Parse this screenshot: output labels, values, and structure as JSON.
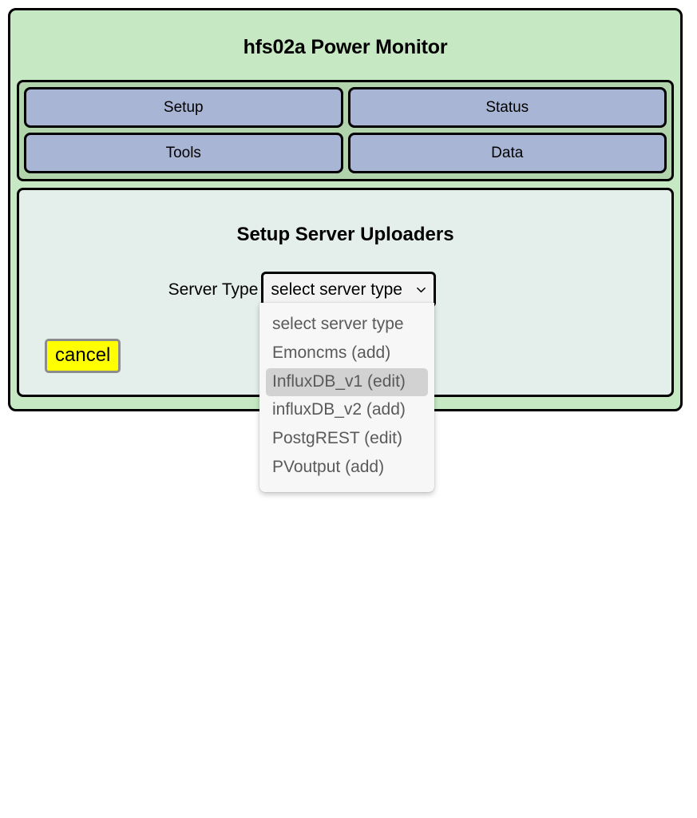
{
  "app": {
    "title": "hfs02a Power Monitor"
  },
  "nav": {
    "buttons": [
      {
        "label": "Setup"
      },
      {
        "label": "Status"
      },
      {
        "label": "Tools"
      },
      {
        "label": "Data"
      }
    ]
  },
  "content": {
    "heading": "Setup Server Uploaders",
    "server_type": {
      "label": "Server Type",
      "selected": "select server type",
      "caret_icon": "chevron-down-icon",
      "expanded": true,
      "options": [
        {
          "label": "select server type",
          "highlighted": false
        },
        {
          "label": "Emoncms (add)",
          "highlighted": false
        },
        {
          "label": "InfluxDB_v1 (edit)",
          "highlighted": true
        },
        {
          "label": "influxDB_v2 (add)",
          "highlighted": false
        },
        {
          "label": "PostgREST (edit)",
          "highlighted": false
        },
        {
          "label": "PVoutput (add)",
          "highlighted": false
        }
      ]
    },
    "cancel_label": "cancel"
  },
  "colors": {
    "page_background": "#ffffff",
    "panel_green": "#c6e8c3",
    "nav_green": "#b2d4ac",
    "content_mint": "#e4eeea",
    "nav_button_blue": "#a9b5d5",
    "cancel_yellow": "#ffff00",
    "cancel_border": "#8c8c8c",
    "dropdown_background": "#f7f7f7",
    "dropdown_highlight": "#d2d2d2",
    "dropdown_text": "#5a5a5a",
    "border_black": "#000000"
  }
}
